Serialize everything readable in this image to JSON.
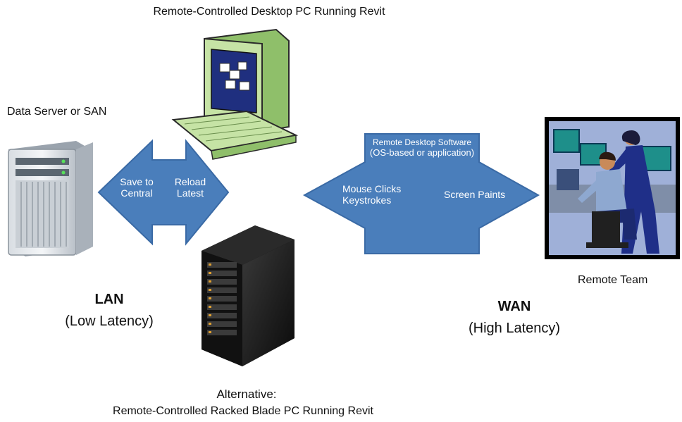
{
  "labels": {
    "desktop_title": "Remote-Controlled Desktop PC Running Revit",
    "data_server": "Data Server or SAN",
    "save_to_central_line1": "Save to",
    "save_to_central_line2": "Central",
    "reload_latest_line1": "Reload",
    "reload_latest_line2": "Latest",
    "remote_software_line1": "Remote Desktop Software",
    "remote_software_line2": "(OS-based or application)",
    "mouse_clicks": "Mouse Clicks",
    "keystrokes": "Keystrokes",
    "screen_paints": "Screen Paints",
    "remote_team": "Remote Team",
    "lan_title": "LAN",
    "lan_subtitle": "(Low Latency)",
    "wan_title": "WAN",
    "wan_subtitle": "(High Latency)",
    "alternative_line1": "Alternative:",
    "alternative_line2": "Remote-Controlled Racked Blade PC Running Revit"
  },
  "colors": {
    "arrow_fill": "#4a7ebb",
    "arrow_stroke": "#3a6aa5",
    "monitor_green": "#c6e3a5",
    "screen_blue": "#1f2f7f",
    "rack_black": "#151515",
    "photo_frame": "#000000"
  },
  "icons": {
    "server": "server-tower-icon",
    "desktop": "desktop-computer-icon",
    "rack": "blade-rack-icon",
    "team": "remote-team-illustration"
  }
}
